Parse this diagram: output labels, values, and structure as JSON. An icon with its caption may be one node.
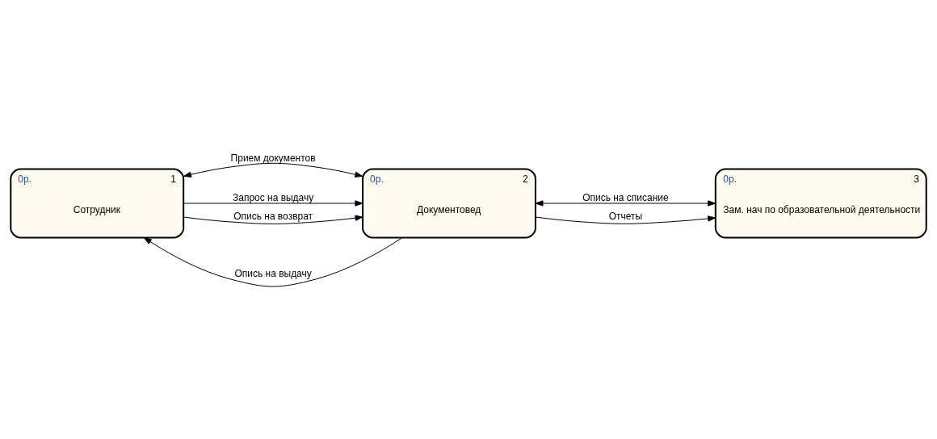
{
  "diagram": {
    "nodes": [
      {
        "text": [
          "0р.",
          "1",
          "Сотрудник"
        ]
      },
      {
        "text": [
          "0р.",
          "3",
          "Зам. нач по образовательной деятельности"
        ]
      },
      {
        "text": [
          "0р.",
          "2",
          "Документовед"
        ]
      }
    ],
    "edges": [
      {
        "from": 0,
        "to": 2,
        "arrow": "both",
        "label": "Прием документов"
      },
      {
        "from": 2,
        "to": 1,
        "arrow": "both",
        "label": "Опись на списание"
      },
      {
        "from": 0,
        "to": 2,
        "arrow": "to",
        "label": "Запрос на выдачу"
      },
      {
        "from": 2,
        "to": 0,
        "arrow": "to",
        "label": "Опись на выдачу"
      },
      {
        "from": 0,
        "to": 2,
        "arrow": "to",
        "label": "Опись на возврат"
      },
      {
        "from": 2,
        "to": 1,
        "arrow": "to",
        "label": "Отчеты"
      }
    ]
  }
}
